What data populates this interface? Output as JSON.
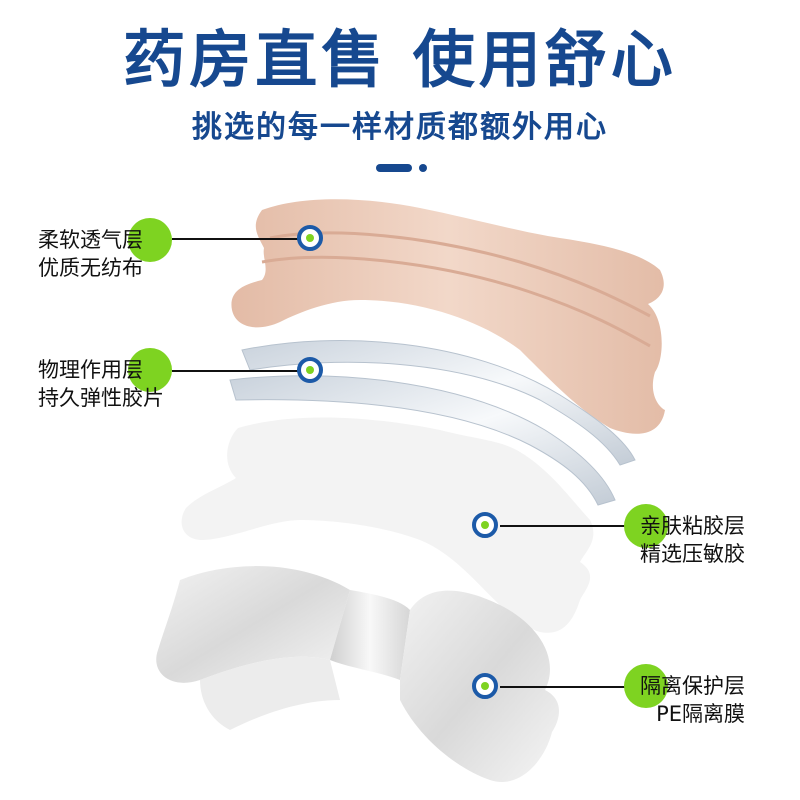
{
  "header": {
    "title": "药房直售  使用舒心",
    "subtitle": "挑选的每一样材质都额外用心"
  },
  "layers": [
    {
      "name": "柔软透气层",
      "desc": "优质无纺布",
      "material_color": "#e8c6b3"
    },
    {
      "name": "物理作用层",
      "desc": "持久弹性胶片",
      "material_color": "#dde3ea"
    },
    {
      "name": "亲肤粘胶层",
      "desc": "精选压敏胶",
      "material_color": "#f4f4f4"
    },
    {
      "name": "隔离保护层",
      "desc": "PE隔离膜",
      "material_color": "#e9e9e9"
    }
  ],
  "colors": {
    "brand_blue": "#16488f",
    "accent_green": "#7ed321",
    "marker_ring": "#1c5aa8"
  }
}
